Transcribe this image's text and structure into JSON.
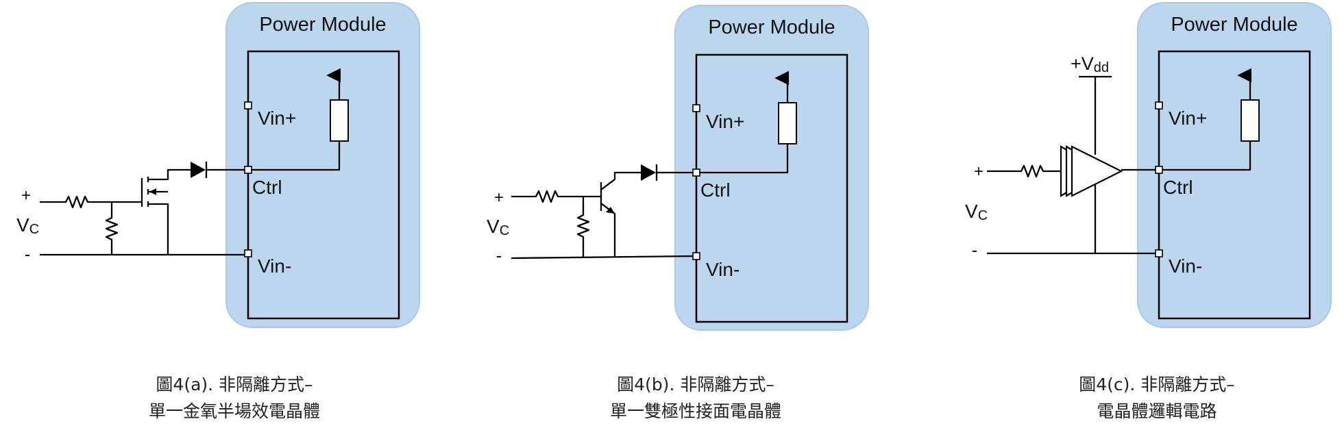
{
  "diagrams": [
    {
      "module_title": "Power Module",
      "vin_plus": "Vin+",
      "ctrl": "Ctrl",
      "vin_minus": "Vin-",
      "plus": "+",
      "minus": "-",
      "vc": "V",
      "vc_sub": "C",
      "caption_line1": "圖4(a). 非隔離方式–",
      "caption_line2": "單一金氧半場效電晶體"
    },
    {
      "module_title": "Power Module",
      "vin_plus": "Vin+",
      "ctrl": "Ctrl",
      "vin_minus": "Vin-",
      "plus": "+",
      "minus": "-",
      "vc": "V",
      "vc_sub": "C",
      "caption_line1": "圖4(b). 非隔離方式–",
      "caption_line2": "單一雙極性接面電晶體"
    },
    {
      "module_title": "Power Module",
      "vin_plus": "Vin+",
      "ctrl": "Ctrl",
      "vin_minus": "Vin-",
      "plus": "+",
      "minus": "-",
      "vc": "V",
      "vc_sub": "C",
      "vdd": "+V",
      "vdd_sub": "dd",
      "caption_line1": "圖4(c). 非隔離方式–",
      "caption_line2": "電晶體邏輯電路"
    }
  ],
  "colors": {
    "module_fill": "#bcd6ee",
    "wire": "#000000"
  }
}
